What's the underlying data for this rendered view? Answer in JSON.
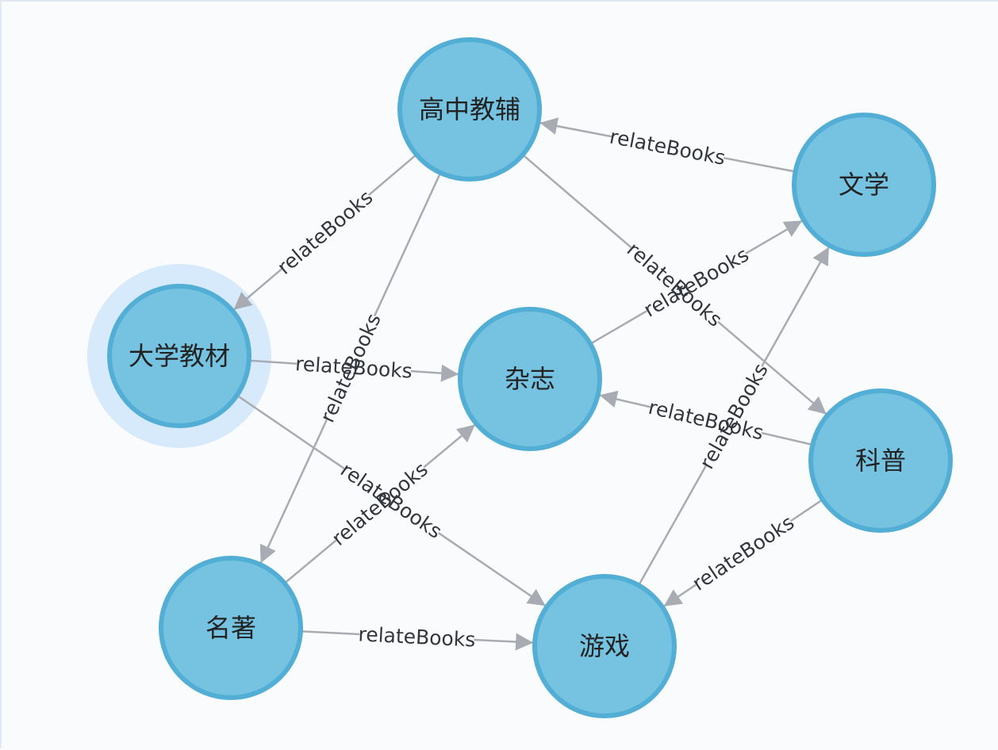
{
  "graph": {
    "nodes": [
      {
        "id": "gaozhong",
        "label": "高中教辅",
        "name": "node-gaozhong"
      },
      {
        "id": "wenxue",
        "label": "文学",
        "name": "node-wenxue"
      },
      {
        "id": "daxue",
        "label": "大学教材",
        "name": "node-daxue",
        "selected": true
      },
      {
        "id": "zazhi",
        "label": "杂志",
        "name": "node-zazhi"
      },
      {
        "id": "kepu",
        "label": "科普",
        "name": "node-kepu"
      },
      {
        "id": "mingzhu",
        "label": "名著",
        "name": "node-mingzhu"
      },
      {
        "id": "youxi",
        "label": "游戏",
        "name": "node-youxi"
      }
    ],
    "edges": [
      {
        "source": "wenxue",
        "target": "gaozhong",
        "label": "relateBooks"
      },
      {
        "source": "gaozhong",
        "target": "daxue",
        "label": "relateBooks"
      },
      {
        "source": "gaozhong",
        "target": "mingzhu",
        "label": "relateBooks"
      },
      {
        "source": "gaozhong",
        "target": "kepu",
        "label": "relateBooks"
      },
      {
        "source": "zazhi",
        "target": "wenxue",
        "label": "relateBooks"
      },
      {
        "source": "youxi",
        "target": "wenxue",
        "label": "relateBooks"
      },
      {
        "source": "daxue",
        "target": "zazhi",
        "label": "relateBooks"
      },
      {
        "source": "daxue",
        "target": "youxi",
        "label": "relateBooks"
      },
      {
        "source": "kepu",
        "target": "zazhi",
        "label": "relateBooks"
      },
      {
        "source": "kepu",
        "target": "youxi",
        "label": "relateBooks"
      },
      {
        "source": "mingzhu",
        "target": "zazhi",
        "label": "relateBooks"
      },
      {
        "source": "mingzhu",
        "target": "youxi",
        "label": "relateBooks"
      }
    ]
  },
  "colors": {
    "node_fill": "#75c3e0",
    "node_border": "#52aed4",
    "selected_halo": "#d6eafb",
    "edge": "#a9abb3",
    "background": "#fafbfd"
  }
}
